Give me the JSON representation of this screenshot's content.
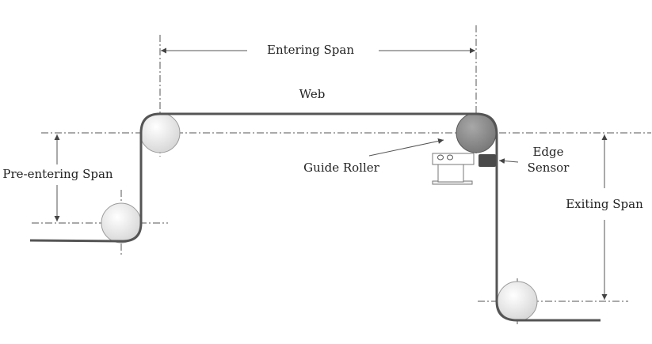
{
  "labels": {
    "entering_span": "Entering Span",
    "web": "Web",
    "pre_entering_span": "Pre-entering Span",
    "guide_roller": "Guide Roller",
    "edge_line1": "Edge",
    "edge_line2": "Sensor",
    "exiting_span": "Exiting Span"
  },
  "colors": {
    "roller_light": "#d8d8d8",
    "guide_roller": "#7a7a7a",
    "sensor": "#4a4a4a",
    "web_line": "#555555"
  }
}
